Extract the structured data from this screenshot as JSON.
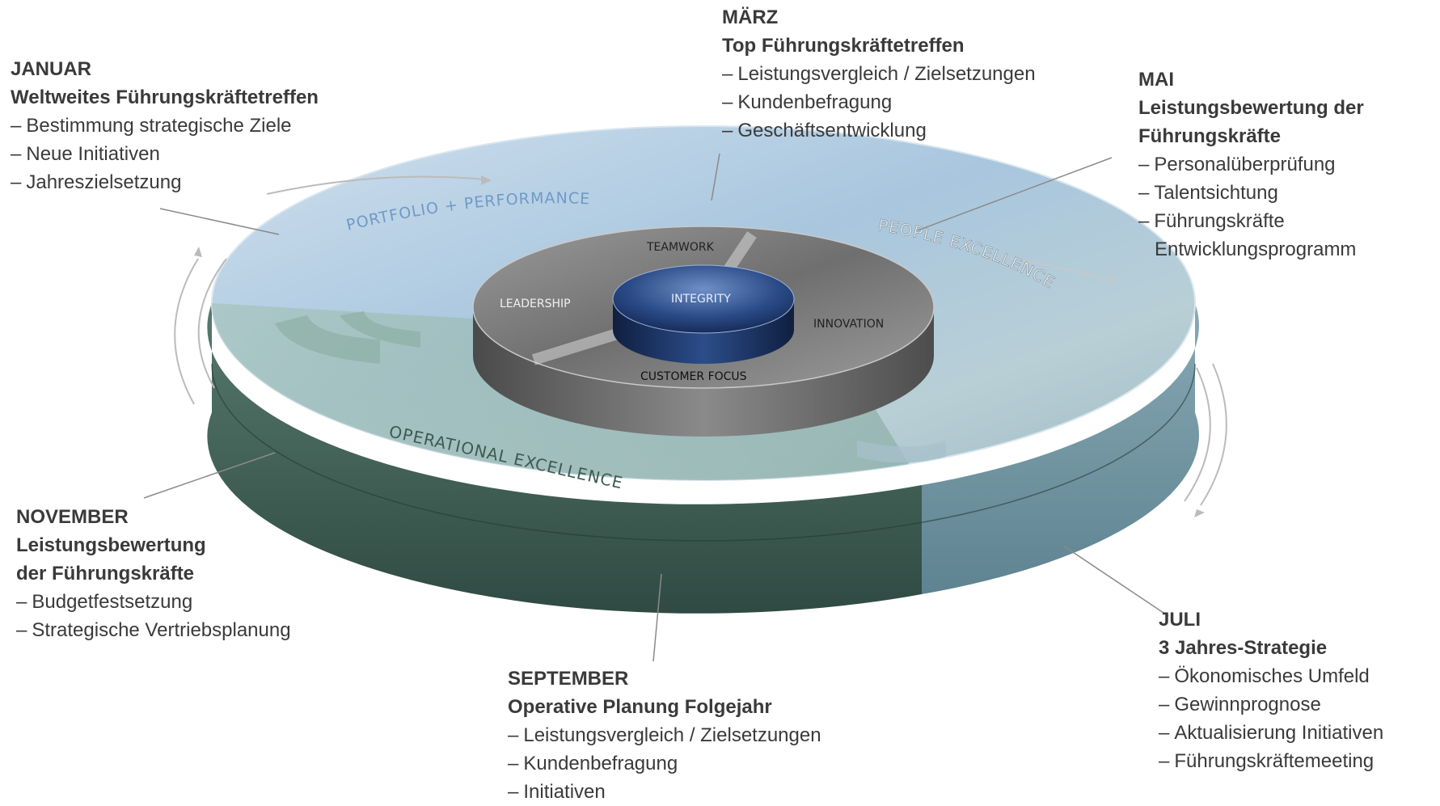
{
  "rings": {
    "outer_top_left": "PORTFOLIO + PERFORMANCE",
    "outer_right": "PEOPLE EXCELLENCE",
    "outer_bottom": "OPERATIONAL EXCELLENCE",
    "middle_top": "TEAMWORK",
    "middle_left": "LEADERSHIP",
    "middle_right": "INNOVATION",
    "middle_bottom": "CUSTOMER FOCUS",
    "center": "INTEGRITY"
  },
  "colors": {
    "text": "#3a3a3a",
    "outer_top": "#b9d3e8",
    "outer_side_green": "#3f5b52",
    "outer_side_blue": "#6f93a0",
    "middle_ring": "#8c8c8c",
    "center": "#1f3f78",
    "leader_line": "#8a8a8a"
  },
  "annotations": {
    "januar": {
      "month": "JANUAR",
      "title": "Weltweites Führungskräftetreffen",
      "items": [
        "Bestimmung strategische Ziele",
        "Neue Initiativen",
        "Jahreszielsetzung"
      ]
    },
    "maerz": {
      "month": "MÄRZ",
      "title": "Top Führungskräftetreffen",
      "items": [
        "Leistungsvergleich / Zielsetzungen",
        "Kundenbefragung",
        "Geschäftsentwicklung"
      ]
    },
    "mai": {
      "month": "MAI",
      "title_line1": "Leistungsbewertung der",
      "title_line2": "Führungskräfte",
      "items": [
        "Personalüberprüfung",
        "Talentsichtung",
        "Führungskräfte"
      ],
      "item3_cont": "Entwicklungsprogramm"
    },
    "november": {
      "month": "NOVEMBER",
      "title_line1": "Leistungsbewertung",
      "title_line2": "der Führungskräfte",
      "items": [
        "Budgetfestsetzung",
        "Strategische Vertriebsplanung"
      ]
    },
    "september": {
      "month": "SEPTEMBER",
      "title": "Operative Planung Folgejahr",
      "items": [
        "Leistungsvergleich / Zielsetzungen",
        "Kundenbefragung",
        "Initiativen"
      ]
    },
    "juli": {
      "month": "JULI",
      "title": "3 Jahres-Strategie",
      "items": [
        "Ökonomisches Umfeld",
        "Gewinnprognose",
        "Aktualisierung Initiativen",
        "Führungskräftemeeting"
      ]
    }
  }
}
